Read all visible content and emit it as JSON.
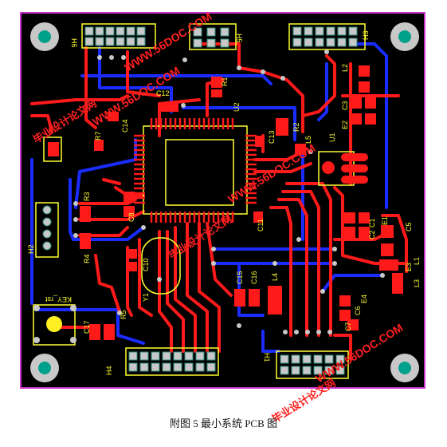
{
  "figure": {
    "caption": "附图 5  最小系统 PCB 图"
  },
  "colors": {
    "board": "#000000",
    "outline": "#cc33cc",
    "top_copper": "#ff1a1a",
    "bottom_copper": "#1a2cff",
    "silkscreen": "#ffff33",
    "pad": "#c8c8c8",
    "via": "#00a08a",
    "watermark": "#ff2020"
  },
  "silk": {
    "H1": "H1",
    "H2": "H2",
    "H3": "H3",
    "H4": "H4",
    "H5": "H5",
    "H6": "H6",
    "R1": "R1",
    "R2": "R2",
    "R3": "R3",
    "R4": "R4",
    "R5": "R5",
    "R7": "R7",
    "U1": "U1",
    "U2": "U2",
    "L1": "L1",
    "L2": "L2",
    "L3": "L3",
    "L4": "L4",
    "L5": "L5",
    "C1": "C1",
    "C2": "C2",
    "C3": "C3",
    "C5": "C5",
    "C6": "C6",
    "C7": "C7",
    "C8": "C8",
    "C11": "C11",
    "C12": "C12",
    "C13": "C13",
    "C14": "C14",
    "C15": "C15",
    "C16": "C16",
    "C17": "C17",
    "E1": "E1",
    "E2": "E2",
    "E3": "E3",
    "E4": "E4",
    "Y1": "Y1",
    "C10": "C10",
    "key": "KEY_rst"
  },
  "watermarks": {
    "url": "WWW.56DOC.COM",
    "cn": "毕业设计论文网"
  }
}
